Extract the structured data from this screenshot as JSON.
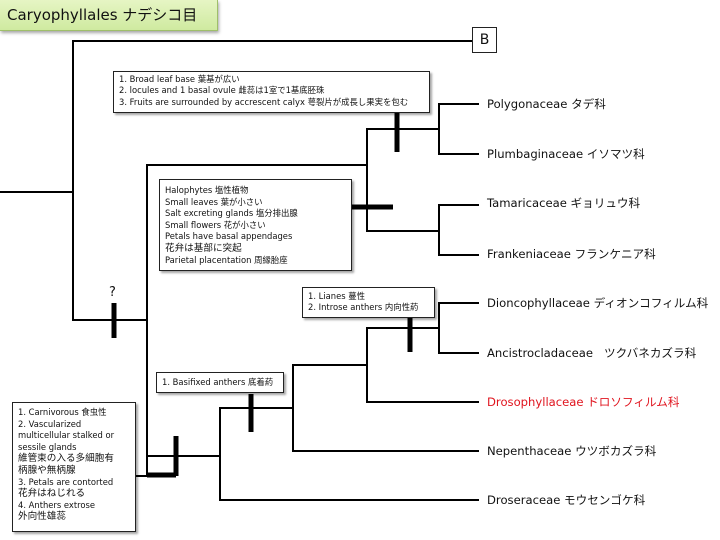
{
  "title": "Caryophyllales ナデシコ目",
  "outgroup_label": "B",
  "uncertain_label": "?",
  "notes": {
    "polygonaceae_plumbaginaceae": [
      "1. Broad leaf base 葉基が広い",
      "2.  locules and 1 basal ovule 雌蕊は1室で1基底胚珠",
      "3. Fruits are surrounded by accrescent calyx 萼裂片が成長し果実を包む"
    ],
    "tamaricaceae_frankeniaceae": [
      "Halophytes 塩性植物",
      "Small leaves 葉が小さい",
      "Salt excreting glands 塩分排出腺",
      "Small flowers 花が小さい",
      "Petals have basal appendages",
      "花弁は基部に突起",
      "Parietal placentation 周縁胎座"
    ],
    "dioncophyllaceae_ancistrocladaceae": [
      "1. Lianes 蔓性",
      "2. Introse anthers 内向性葯"
    ],
    "basifixed": [
      "1. Basifixed anthers 底着葯"
    ],
    "carnivorous_clade": [
      "1. Carnivorous 食虫性",
      "2. Vascularized",
      "multicellular stalked or",
      "sessile glands",
      "維管束の入る多細胞有",
      "柄腺や無柄腺",
      "3. Petals are contorted",
      "花弁はねじれる",
      "4. Anthers extrose",
      "外向性雄蕊"
    ]
  },
  "taxa": [
    {
      "name": "Polygonaceae タデ科",
      "highlight": false
    },
    {
      "name": "Plumbaginaceae イソマツ科",
      "highlight": false
    },
    {
      "name": "Tamaricaceae ギョリュウ科",
      "highlight": false
    },
    {
      "name": "Frankeniaceae フランケニア科",
      "highlight": false
    },
    {
      "name": "Dioncophyllaceae ディオンコフィルム科",
      "highlight": false
    },
    {
      "name": "Ancistrocladaceae   ツクバネカズラ科",
      "highlight": false
    },
    {
      "name": "Drosophyllaceae ドロソフィルム科",
      "highlight": true
    },
    {
      "name": "Nepenthaceae ウツボカズラ科",
      "highlight": false
    },
    {
      "name": "Droseraceae モウセンゴケ科",
      "highlight": false
    }
  ],
  "colors": {
    "line": "#000000",
    "highlight_taxon": "#e0141e",
    "title_bg": "#d9efb1"
  }
}
